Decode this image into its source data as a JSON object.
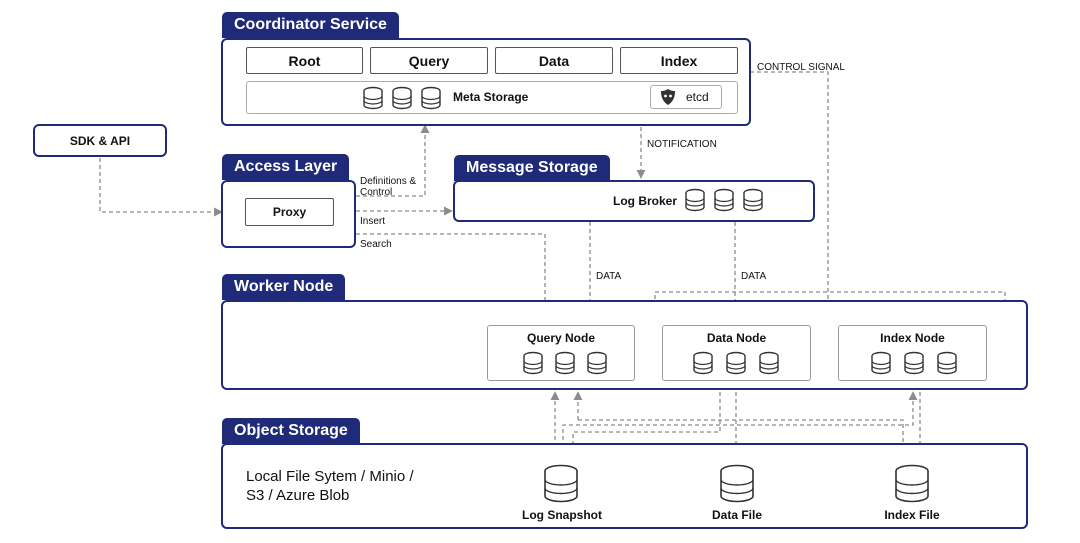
{
  "coordinator": {
    "title": "Coordinator Service",
    "components": [
      "Root",
      "Query",
      "Data",
      "Index"
    ],
    "meta_storage": "Meta Storage",
    "etcd": "etcd"
  },
  "sdk": {
    "label": "SDK & API"
  },
  "access": {
    "title": "Access Layer",
    "proxy": "Proxy"
  },
  "message": {
    "title": "Message Storage",
    "log_broker": "Log Broker"
  },
  "worker": {
    "title": "Worker Node",
    "query_node": "Query Node",
    "data_node": "Data Node",
    "index_node": "Index Node"
  },
  "object": {
    "title": "Object Storage",
    "description_line1": "Local File Sytem / Minio /",
    "description_line2": "S3 / Azure Blob",
    "log_snapshot": "Log Snapshot",
    "data_file": "Data File",
    "index_file": "Index File"
  },
  "labels": {
    "control_signal": "CONTROL SIGNAL",
    "notification": "NOTIFICATION",
    "definitions_line1": "Definitions &",
    "definitions_line2": "Control",
    "insert": "Insert",
    "search": "Search",
    "data_left": "DATA",
    "data_right": "DATA"
  },
  "icons": {
    "database": "database-icon",
    "etcd": "etcd-icon"
  },
  "colors": {
    "accent": "#1f2a78",
    "connector": "#8c8c8c"
  }
}
